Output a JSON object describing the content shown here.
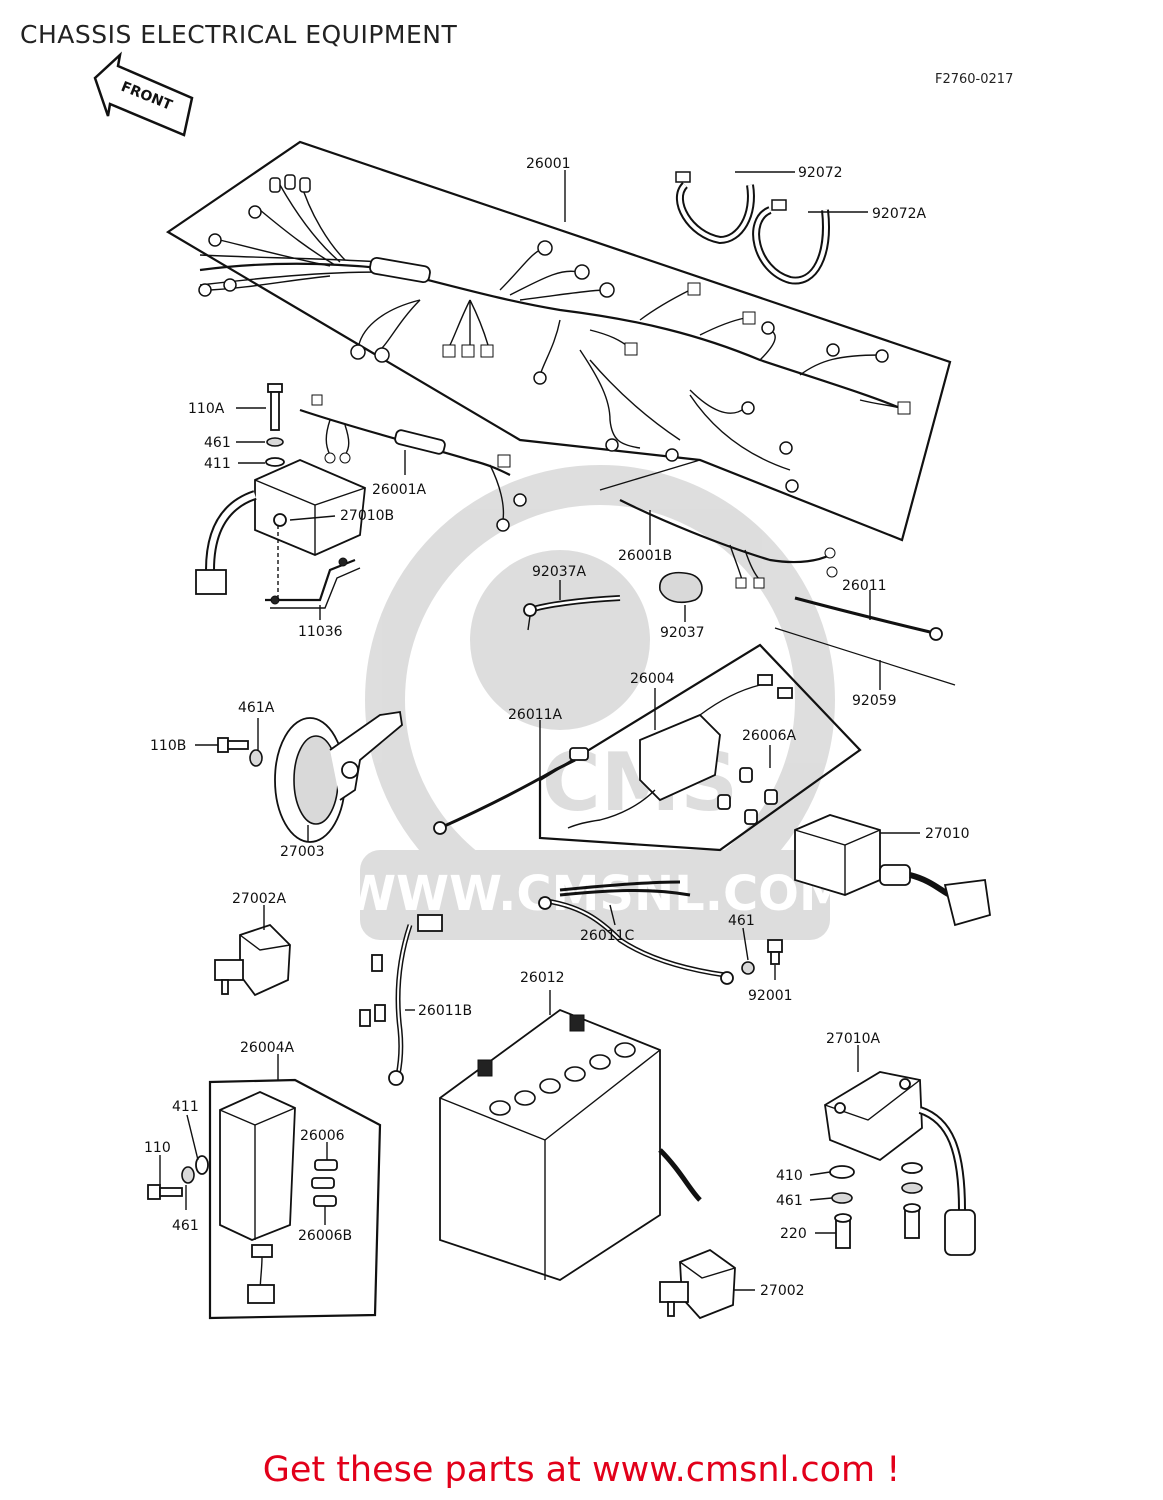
{
  "page": {
    "title": "CHASSIS ELECTRICAL EQUIPMENT",
    "figure_code": "F2760-0217",
    "front_arrow_label": "FRONT",
    "watermark_text": "WWW.CMSNL.COM",
    "watermark_logo_text": "CMS",
    "footer_cta": "Get these parts at www.cmsnl.com !"
  },
  "callouts": [
    {
      "id": "c-26001",
      "label": "26001"
    },
    {
      "id": "c-92072",
      "label": "92072"
    },
    {
      "id": "c-92072A",
      "label": "92072A"
    },
    {
      "id": "c-110A",
      "label": "110A"
    },
    {
      "id": "c-461-a",
      "label": "461"
    },
    {
      "id": "c-411-a",
      "label": "411"
    },
    {
      "id": "c-26001A",
      "label": "26001A"
    },
    {
      "id": "c-27010B",
      "label": "27010B"
    },
    {
      "id": "c-11036",
      "label": "11036"
    },
    {
      "id": "c-26001B",
      "label": "26001B"
    },
    {
      "id": "c-92037A",
      "label": "92037A"
    },
    {
      "id": "c-92037",
      "label": "92037"
    },
    {
      "id": "c-26011",
      "label": "26011"
    },
    {
      "id": "c-92059",
      "label": "92059"
    },
    {
      "id": "c-26004",
      "label": "26004"
    },
    {
      "id": "c-26011A",
      "label": "26011A"
    },
    {
      "id": "c-461A",
      "label": "461A"
    },
    {
      "id": "c-110B",
      "label": "110B"
    },
    {
      "id": "c-27003",
      "label": "27003"
    },
    {
      "id": "c-26006A",
      "label": "26006A"
    },
    {
      "id": "c-27010",
      "label": "27010"
    },
    {
      "id": "c-27002A",
      "label": "27002A"
    },
    {
      "id": "c-461-b",
      "label": "461"
    },
    {
      "id": "c-26011C",
      "label": "26011C"
    },
    {
      "id": "c-92001",
      "label": "92001"
    },
    {
      "id": "c-26012",
      "label": "26012"
    },
    {
      "id": "c-26011B",
      "label": "26011B"
    },
    {
      "id": "c-26004A",
      "label": "26004A"
    },
    {
      "id": "c-27010A",
      "label": "27010A"
    },
    {
      "id": "c-411-b",
      "label": "411"
    },
    {
      "id": "c-110",
      "label": "110"
    },
    {
      "id": "c-26006",
      "label": "26006"
    },
    {
      "id": "c-461-c",
      "label": "461"
    },
    {
      "id": "c-26006B",
      "label": "26006B"
    },
    {
      "id": "c-410",
      "label": "410"
    },
    {
      "id": "c-461-d",
      "label": "461"
    },
    {
      "id": "c-220",
      "label": "220"
    },
    {
      "id": "c-27002",
      "label": "27002"
    }
  ]
}
